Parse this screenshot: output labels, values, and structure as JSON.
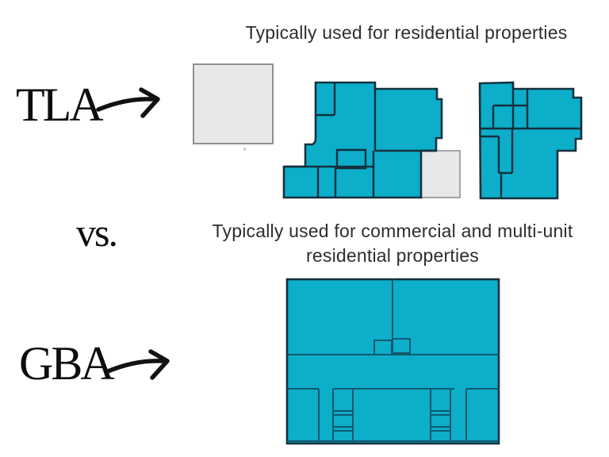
{
  "top_section": {
    "caption": "Typically used for residential properties",
    "label": "TLA"
  },
  "divider": {
    "vs_label": "vs."
  },
  "bottom_section": {
    "caption_line1": "Typically used for commercial and multi-unit",
    "caption_line2": "residential properties",
    "label": "GBA"
  },
  "colors": {
    "background": "#ffffff",
    "floorplan_fill": "#0caec9",
    "floorplan_wall": "#14303d",
    "gba_interior_wall": "#11596f",
    "excluded_area_fill": "#e8e8e8",
    "excluded_area_border": "#909090",
    "caption_text": "#2d2d2d",
    "label_text": "#0d0d0d",
    "arrow_color": "#121212"
  }
}
